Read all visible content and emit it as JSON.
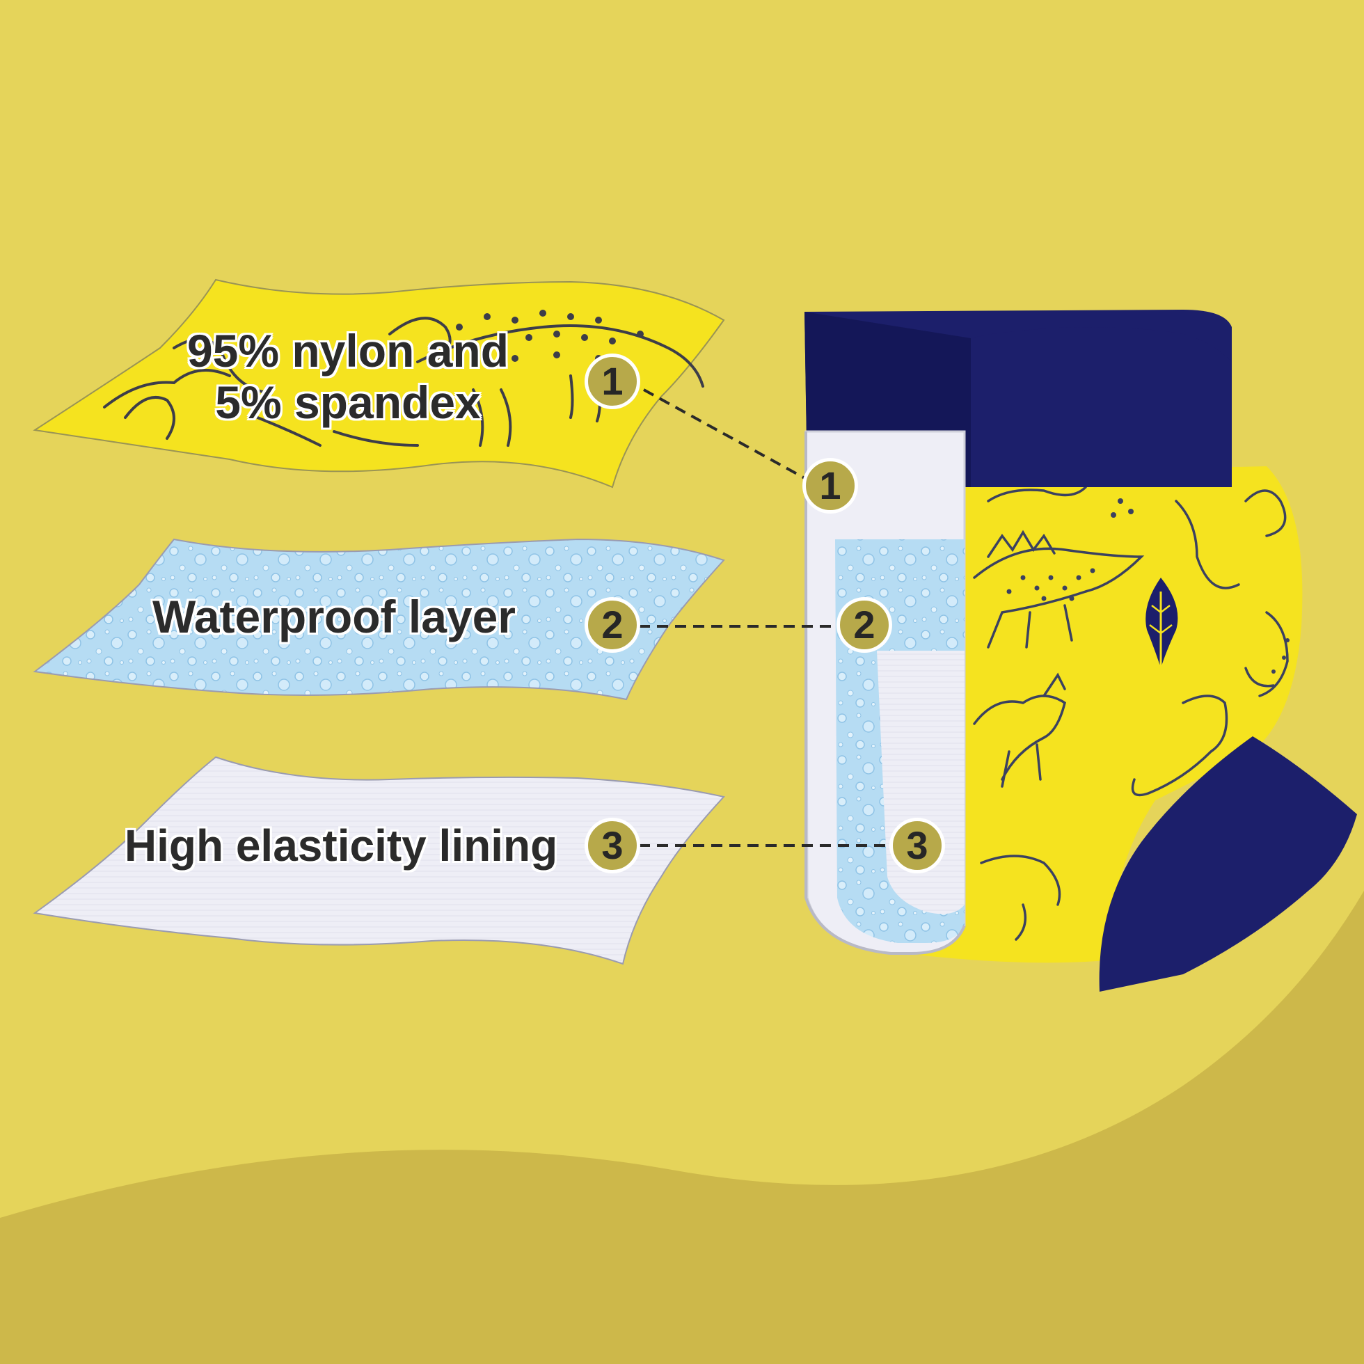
{
  "layers": [
    {
      "number": "1",
      "lines": [
        "95% nylon and",
        "5% spandex"
      ]
    },
    {
      "number": "2",
      "lines": [
        "Waterproof layer"
      ]
    },
    {
      "number": "3",
      "lines": [
        "High elasticity lining"
      ]
    }
  ],
  "colors": {
    "background": "#e5d45a",
    "background_lower": "#cdb84a",
    "fabric_yellow": "#f5e31f",
    "waistband_navy": "#1c1f6b",
    "waterproof_blue": "#b6dcf3",
    "lining_white": "#eeeef6",
    "badge_fill": "#b7a94a",
    "text": "#2b2b2b"
  },
  "icons": [
    "dinosaur-pattern",
    "water-droplets-texture",
    "leaf-icon"
  ]
}
